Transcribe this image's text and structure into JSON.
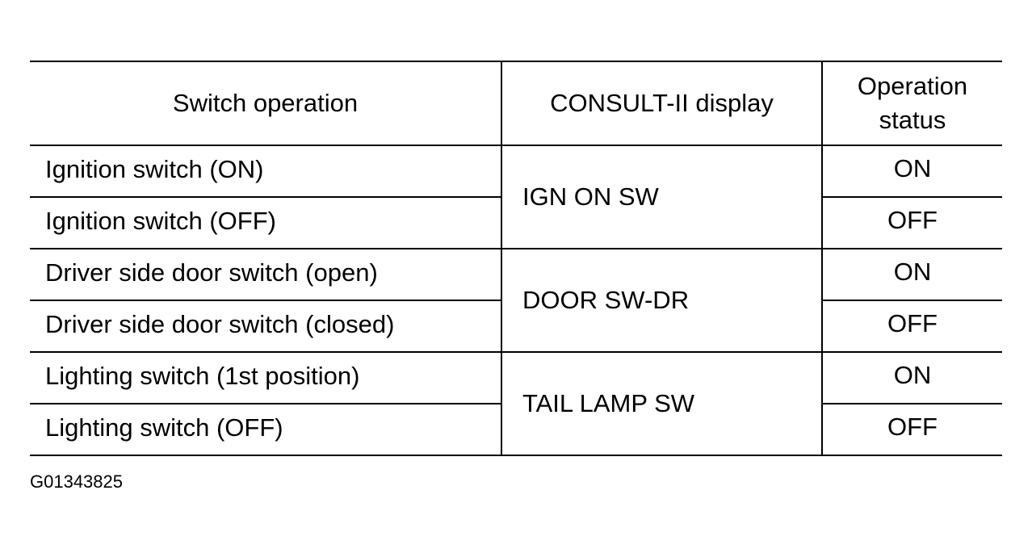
{
  "table": {
    "headers": {
      "switch_operation": "Switch operation",
      "consult_display": "CONSULT-II display",
      "status_line1": "Operation",
      "status_line2": "status"
    },
    "groups": [
      {
        "display": "IGN ON SW",
        "rows": [
          {
            "switch": "Ignition switch (ON)",
            "status": "ON"
          },
          {
            "switch": "Ignition switch (OFF)",
            "status": "OFF"
          }
        ]
      },
      {
        "display": "DOOR SW-DR",
        "rows": [
          {
            "switch": "Driver side door switch (open)",
            "status": "ON"
          },
          {
            "switch": "Driver side door switch (closed)",
            "status": "OFF"
          }
        ]
      },
      {
        "display": "TAIL LAMP SW",
        "rows": [
          {
            "switch": "Lighting switch (1st position)",
            "status": "ON"
          },
          {
            "switch": "Lighting switch (OFF)",
            "status": "OFF"
          }
        ]
      }
    ]
  },
  "figure_code": "G01343825"
}
